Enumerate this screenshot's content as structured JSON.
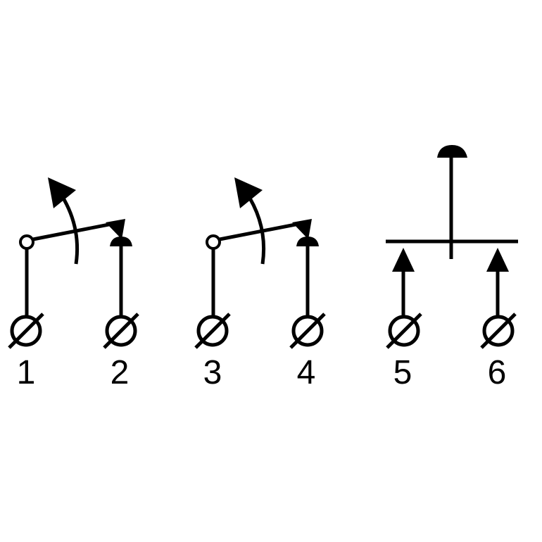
{
  "diagram": {
    "type": "switch-contact-schematic",
    "terminals": [
      {
        "label": "1"
      },
      {
        "label": "2"
      },
      {
        "label": "3"
      },
      {
        "label": "4"
      },
      {
        "label": "5"
      },
      {
        "label": "6"
      }
    ],
    "colors": {
      "stroke": "#000000",
      "background": "#ffffff"
    }
  }
}
